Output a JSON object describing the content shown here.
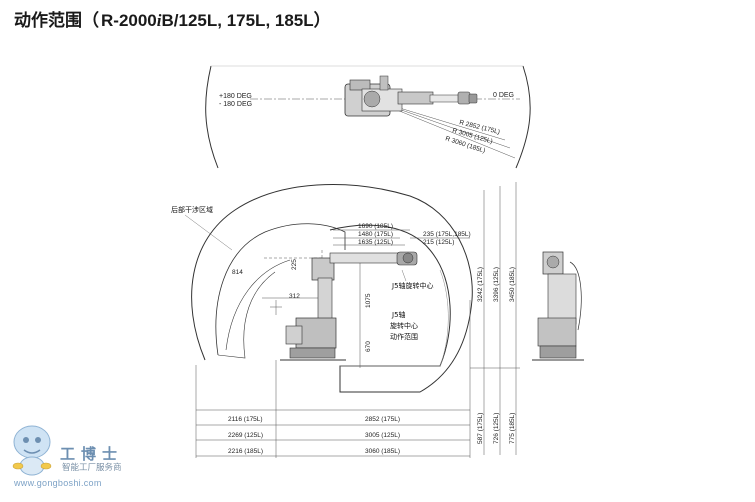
{
  "title": {
    "zh": "动作范围（",
    "model": "R-2000",
    "i": "i",
    "rest": "B/125L, 175L, 185L）"
  },
  "top_view": {
    "plus": "+180 DEG",
    "minus": "- 180 DEG",
    "zero": "0 DEG",
    "r175": "R 2852 (175L)",
    "r125": "R 3005 (125L)",
    "r185": "R 3060 (185L)"
  },
  "side_view": {
    "rear_zone": "后部干涉区域",
    "d814": "814",
    "d225": "225",
    "d312": "312",
    "d1075": "1075",
    "d670": "670",
    "h1690": "1690 (185L)",
    "h1480": "1480 (175L)",
    "h1635": "1635 (125L)",
    "h235": "235 (175L,185L)",
    "h215": "215 (125L)",
    "j5_axis": "J5轴旋转中心",
    "j5_line1": "J5轴",
    "j5_line2": "旋转中心",
    "j5_line3": "动作范围",
    "v3242": "3242 (175L)",
    "v3396": "3396 (125L)",
    "v3450": "3450 (185L)",
    "v587": "587 (175L)",
    "v726": "726 (125L)",
    "v775": "775 (185L)",
    "b2116": "2116 (175L)",
    "b2852": "2852 (175L)",
    "b2269": "2269 (125L)",
    "b3005": "3005 (125L)",
    "b2216": "2216 (185L)",
    "b3060": "3060 (185L)"
  },
  "watermark": {
    "name": "工博士",
    "tagline": "智能工厂服务商",
    "url": "www.gongboshi.com"
  }
}
